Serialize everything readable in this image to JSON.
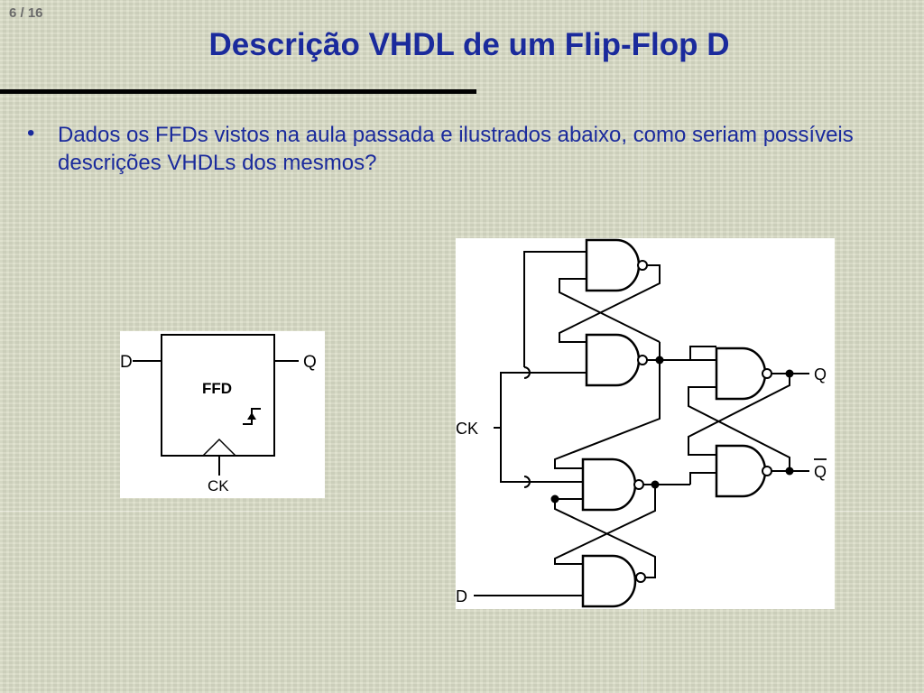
{
  "slide": {
    "page_number": "6 / 16",
    "title": "Descrição VHDL de um Flip-Flop D",
    "bullet_symbol": "•",
    "bullet_text": "Dados os FFDs vistos na aula passada e ilustrados abaixo, como seriam possíveis descrições VHDLs dos mesmos?"
  },
  "ffd_symbol": {
    "block_label": "FFD",
    "input_d": "D",
    "output_q": "Q",
    "clock": "CK"
  },
  "gate_circuit": {
    "clock_label": "CK",
    "data_label": "D",
    "output_q": "Q",
    "output_qbar": "Q"
  },
  "colors": {
    "title": "#1a2a9c",
    "text": "#1a2a9c",
    "page_number": "#6a6a6a",
    "background": "#d9dcc6"
  }
}
